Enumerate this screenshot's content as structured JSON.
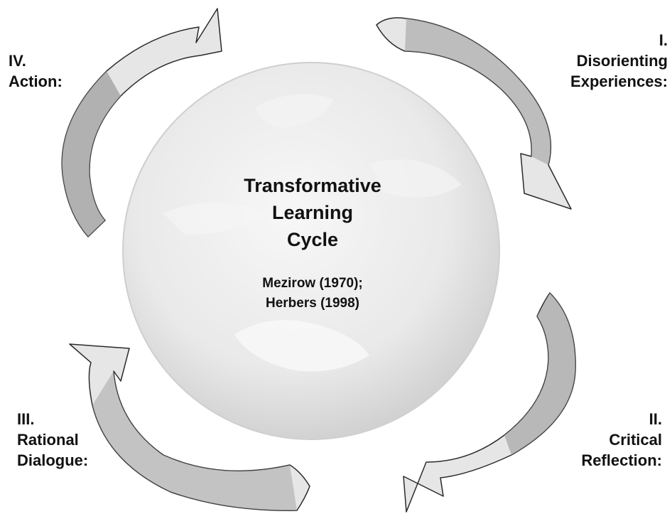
{
  "center": {
    "title_lines": [
      "Transformative",
      "Learning",
      "Cycle"
    ],
    "citation_lines": [
      "Mezirow (1970);",
      "Herbers (1998)"
    ]
  },
  "stages": {
    "one": {
      "numeral": "I.",
      "lines": [
        "Disorienting",
        "Experiences:"
      ]
    },
    "two": {
      "numeral": "II.",
      "lines": [
        "Critical",
        "Reflection:"
      ]
    },
    "three": {
      "numeral": "III.",
      "lines": [
        "Rational",
        "Dialogue:"
      ]
    },
    "four": {
      "numeral": "IV.",
      "lines": [
        "Action:"
      ]
    }
  },
  "colors": {
    "arrow_light": "#e6e6e6",
    "arrow_dark": "#9a9a9a",
    "arrow_stroke": "#2a2a2a",
    "globe": "#ececec",
    "text": "#111111"
  }
}
